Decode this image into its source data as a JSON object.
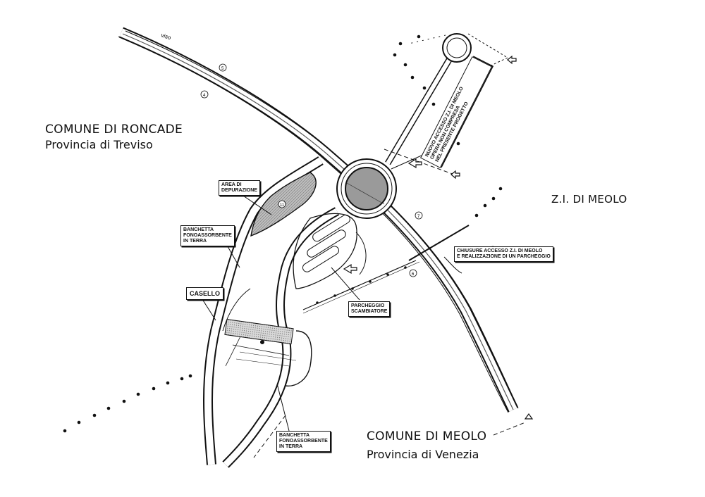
{
  "map": {
    "regions": {
      "roncade": {
        "name": "COMUNE DI RONCADE",
        "province": "Provincia di Treviso"
      },
      "meolo_zi": {
        "name": "Z.I. DI MEOLO"
      },
      "meolo": {
        "name": "COMUNE DI MEOLO",
        "province": "Provincia di Venezia"
      }
    },
    "labels": {
      "area_depurazione": [
        "AREA DI",
        "DEPURAZIONE"
      ],
      "banchetta_top": [
        "BANCHETTA",
        "FONOASSORBENTE",
        "IN TERRA"
      ],
      "casello": "CASELLO",
      "parcheggio": [
        "PARCHEGGIO",
        "SCAMBIATORE"
      ],
      "chiusure": [
        "CHIUSURE ACCESSO Z.I. DI MEOLO",
        "E REALIZZAZIONE DI UN PARCHEGGIO"
      ],
      "banchetta_bottom": [
        "BANCHETTA",
        "FONOASSORBENTE",
        "IN TERRA"
      ],
      "nuovo_accesso": [
        "NUOVO ACCESSO Z.I. DI MEOLO",
        "OPERA NON COMPRESA",
        "NEL PRESENTE PROGETTO"
      ]
    },
    "markers": {
      "m5": "5",
      "m4": "4",
      "m7": "7",
      "m6": "6",
      "m11": "11",
      "top_text": "viso"
    },
    "colors": {
      "ink": "#111111",
      "hatch": "#9a9a9a",
      "paper": "#ffffff"
    }
  }
}
